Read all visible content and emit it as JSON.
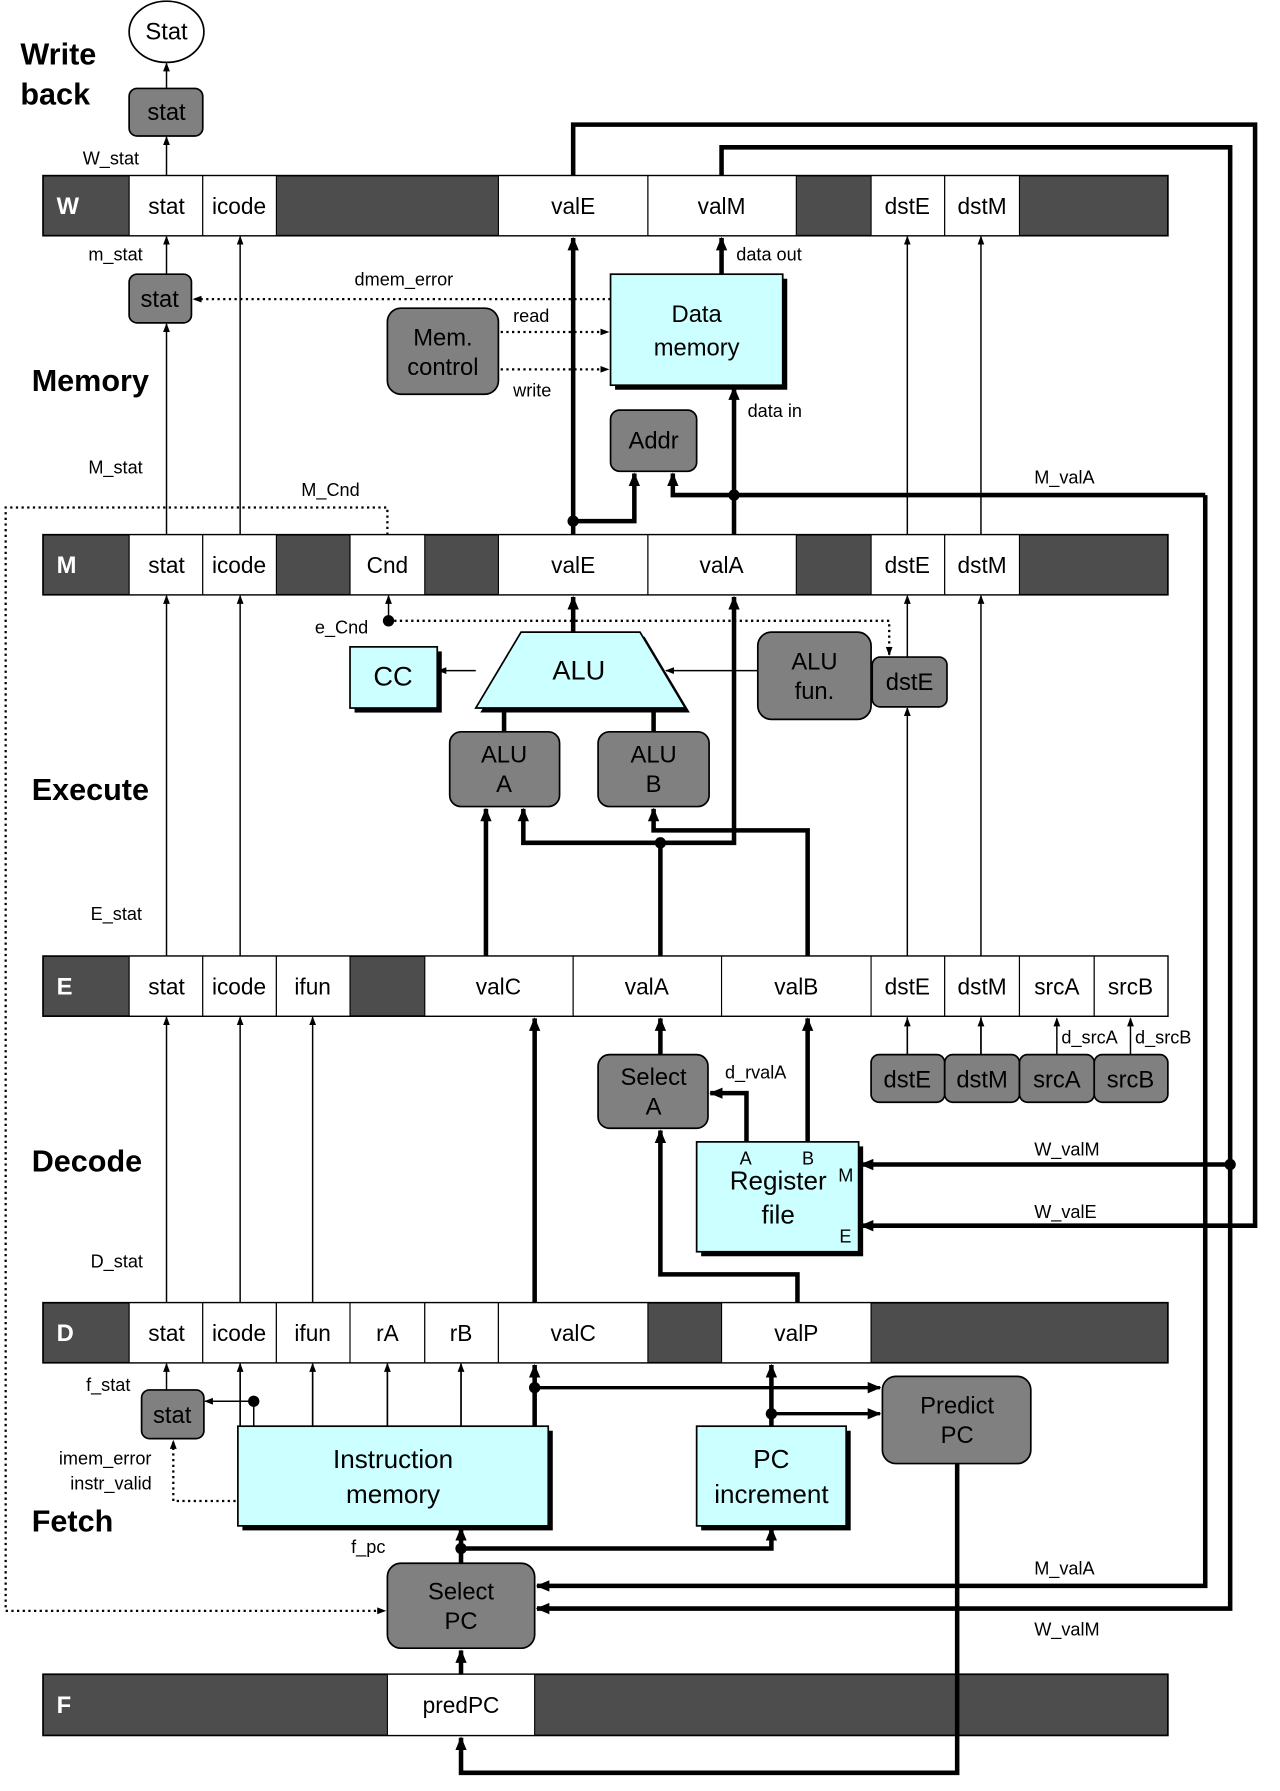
{
  "stages": {
    "writeback_1": "Write",
    "writeback_2": "back",
    "memory": "Memory",
    "execute": "Execute",
    "decode": "Decode",
    "fetch": "Fetch"
  },
  "registers": {
    "W": {
      "label": "W",
      "cells": [
        "stat",
        "icode",
        "valE",
        "valM",
        "dstE",
        "dstM"
      ]
    },
    "M": {
      "label": "M",
      "cells": [
        "stat",
        "icode",
        "Cnd",
        "valE",
        "valA",
        "dstE",
        "dstM"
      ]
    },
    "E": {
      "label": "E",
      "cells": [
        "stat",
        "icode",
        "ifun",
        "valC",
        "valA",
        "valB",
        "dstE",
        "dstM",
        "srcA",
        "srcB"
      ]
    },
    "D": {
      "label": "D",
      "cells": [
        "stat",
        "icode",
        "ifun",
        "rA",
        "rB",
        "valC",
        "valP"
      ]
    },
    "F": {
      "label": "F",
      "cells": [
        "predPC"
      ]
    }
  },
  "blocks": {
    "stat_out": "Stat",
    "w_stat": "stat",
    "m_stat": "stat",
    "f_stat": "stat",
    "mem_control": [
      "Mem.",
      "control"
    ],
    "data_memory": [
      "Data",
      "memory"
    ],
    "addr": "Addr",
    "cc": "CC",
    "alu": "ALU",
    "alu_fun": [
      "ALU",
      "fun."
    ],
    "e_dstE": "dstE",
    "alu_a": [
      "ALU",
      "A"
    ],
    "alu_b": [
      "ALU",
      "B"
    ],
    "select_a": [
      "Select",
      "A"
    ],
    "register_file": [
      "Register",
      "file"
    ],
    "rf_ports": {
      "a": "A",
      "b": "B",
      "m": "M",
      "e": "E"
    },
    "d_dstE": "dstE",
    "d_dstM": "dstM",
    "d_srcA": "srcA",
    "d_srcB": "srcB",
    "instruction_memory": [
      "Instruction",
      "memory"
    ],
    "pc_increment": [
      "PC",
      "increment"
    ],
    "predict_pc": [
      "Predict",
      "PC"
    ],
    "select_pc": [
      "Select",
      "PC"
    ]
  },
  "signals": {
    "W_stat": "W_stat",
    "m_stat": "m_stat",
    "dmem_error": "dmem_error",
    "read": "read",
    "write": "write",
    "data_out": "data out",
    "data_in": "data in",
    "M_stat": "M_stat",
    "M_Cnd": "M_Cnd",
    "M_valA": "M_valA",
    "e_Cnd": "e_Cnd",
    "E_stat": "E_stat",
    "d_rvalA": "d_rvalA",
    "d_srcA": "d_srcA",
    "d_srcB": "d_srcB",
    "W_valM": "W_valM",
    "W_valE": "W_valE",
    "D_stat": "D_stat",
    "f_stat": "f_stat",
    "imem_error": "imem_error",
    "instr_valid": "instr_valid",
    "f_pc": "f_pc"
  }
}
